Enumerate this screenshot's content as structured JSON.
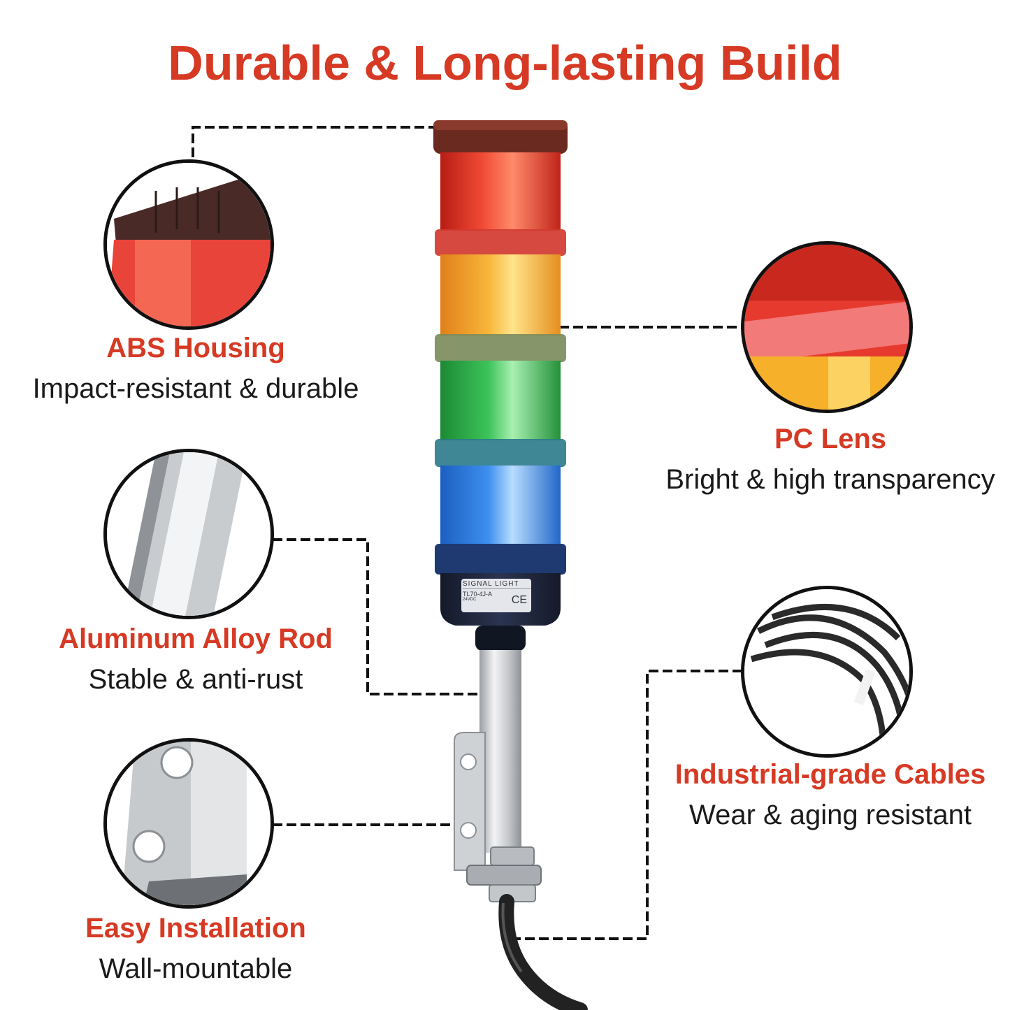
{
  "title": "Durable & Long-lasting Build",
  "features": {
    "abs": {
      "name": "ABS Housing",
      "desc": "Impact-resistant & durable",
      "icon": "cap-closeup-icon"
    },
    "pc": {
      "name": "PC Lens",
      "desc": "Bright & high transparency",
      "icon": "lens-closeup-icon"
    },
    "rod": {
      "name": "Aluminum Alloy Rod",
      "desc": "Stable & anti-rust",
      "icon": "rod-closeup-icon"
    },
    "cables": {
      "name": "Industrial-grade Cables",
      "desc": "Wear & aging resistant",
      "icon": "cable-closeup-icon"
    },
    "install": {
      "name": "Easy Installation",
      "desc": "Wall-mountable",
      "icon": "bracket-closeup-icon"
    }
  },
  "product_label": {
    "line1": "SIGNAL LIGHT",
    "line2": "TL70-4J-A",
    "line3": "24VDC",
    "mark": "CE"
  },
  "colors": {
    "accent": "#d63a24",
    "red": "#e8342a",
    "amber": "#f4a21c",
    "green": "#2fae48",
    "blue": "#2f7fe0"
  }
}
